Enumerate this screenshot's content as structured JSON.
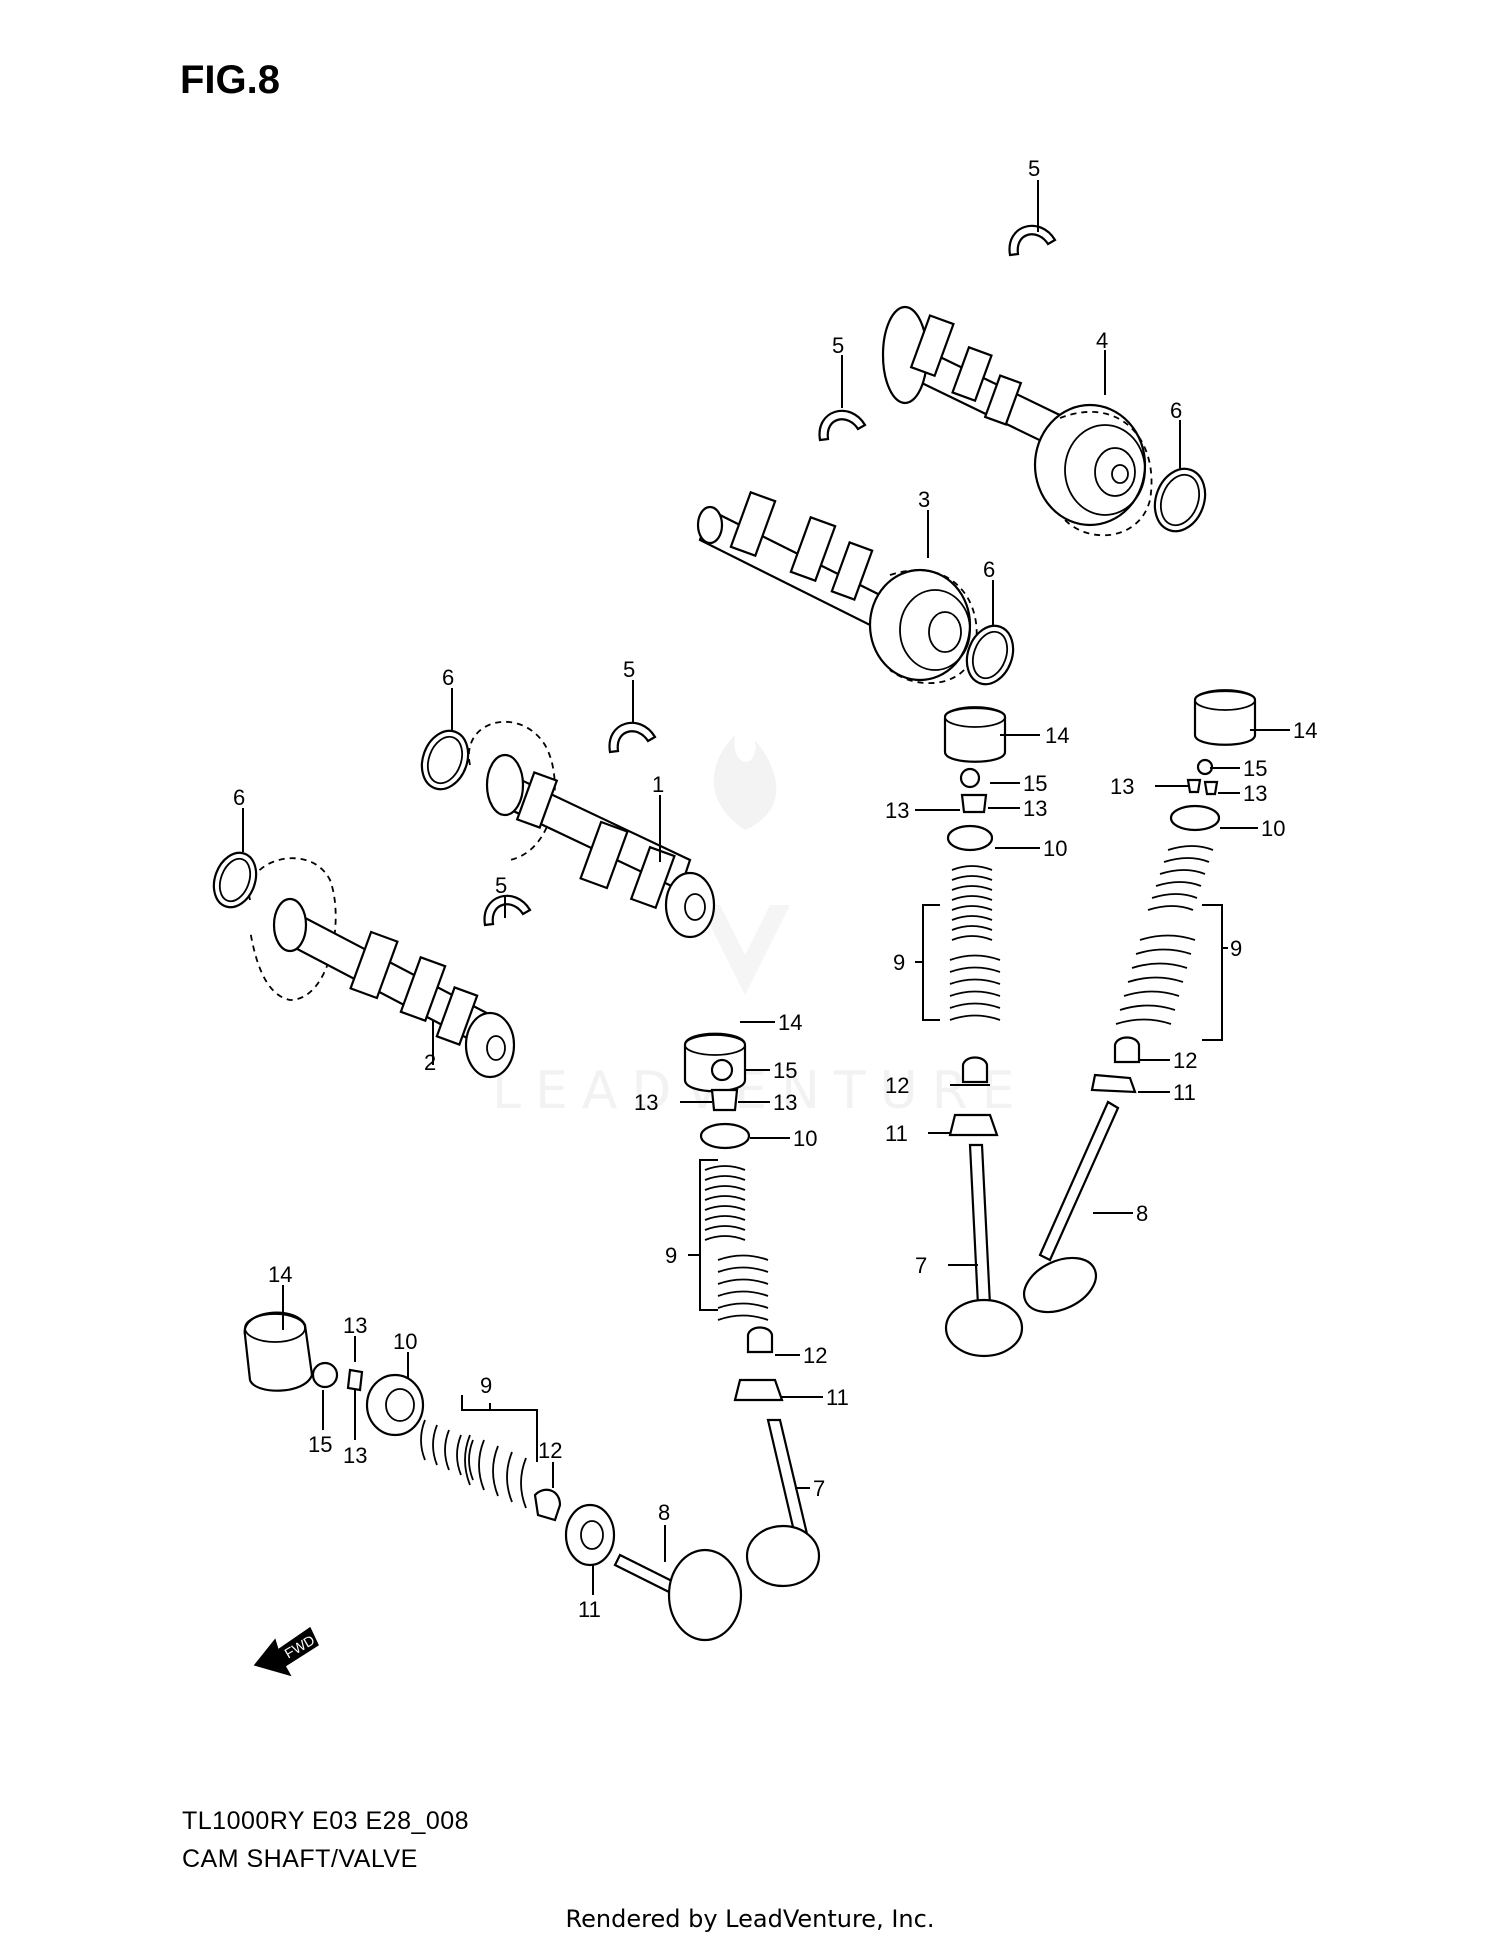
{
  "figure": {
    "title": "FIG.8",
    "model_code": "TL1000RY E03 E28_008",
    "subtitle": "CAM SHAFT/VALVE",
    "rendered_by": "Rendered by LeadVenture, Inc.",
    "fwd_label": "FWD",
    "watermark_text": "LEADVENTURE"
  },
  "callouts": [
    "1",
    "2",
    "3",
    "4",
    "5",
    "6",
    "7",
    "8",
    "9",
    "10",
    "11",
    "12",
    "13",
    "14",
    "15"
  ]
}
